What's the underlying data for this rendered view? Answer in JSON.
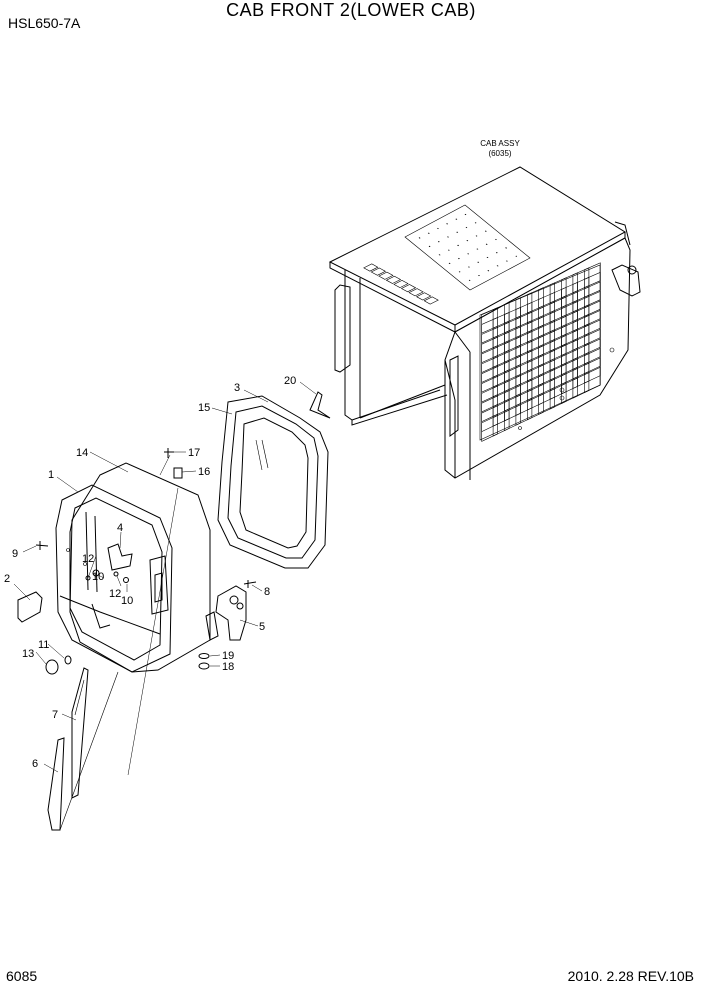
{
  "header": {
    "title": "CAB FRONT 2(LOWER CAB)",
    "model": "HSL650-7A"
  },
  "footer": {
    "page": "6085",
    "revision": "2010. 2.28  REV.10B"
  },
  "assembly_label": {
    "line1": "CAB ASSY",
    "line2": "(6035)"
  },
  "callouts": [
    "1",
    "2",
    "3",
    "4",
    "5",
    "6",
    "7",
    "8",
    "9",
    "10",
    "10",
    "11",
    "12",
    "12",
    "13",
    "14",
    "15",
    "16",
    "17",
    "18",
    "19",
    "20"
  ]
}
